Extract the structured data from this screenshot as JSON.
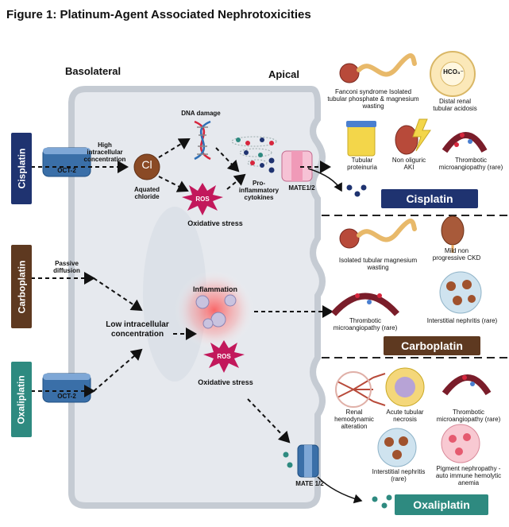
{
  "figure": {
    "title": "Figure 1: Platinum-Agent Associated Nephrotoxicities"
  },
  "zones": {
    "basolateral": "Basolateral",
    "apical": "Apical"
  },
  "colors": {
    "cisplatin": "#1f3370",
    "carboplatin": "#5e3920",
    "oxaliplatin": "#2e8a80",
    "transporter": "#3a6fa8",
    "ros": "#c2185b",
    "cell": "#e6e9ee",
    "chloride": "#8a4a25"
  },
  "cisplatin": {
    "tab": "Cisplatin",
    "transporter": "OCT-2",
    "entry_label": "High intracellular concentration",
    "chloride_symbol": "Cl",
    "chloride_label": "Aquated chloride",
    "dna_label": "DNA damage",
    "ros": "ROS",
    "stress": "Oxidative stress",
    "cytokines": "Pro-inflammatory cytokines",
    "efflux": "MATE1/2",
    "drug_box": "Cisplatin",
    "effects": [
      {
        "label": "Fanconi syndrome Isolated tubular phosphate & magnesium wasting",
        "icon": "nephron-icon"
      },
      {
        "label": "Distal renal tubular acidosis",
        "icon": "hco3-cell-ring-icon",
        "symbol": "HCO₃⁻"
      },
      {
        "label": "Tubular proteinuria",
        "icon": "urine-cup-icon"
      },
      {
        "label": "Non oliguric AKI",
        "icon": "lightning-kidney-icon"
      },
      {
        "label": "Thrombotic microangiopathy (rare)",
        "icon": "tma-vessel-icon"
      }
    ]
  },
  "carboplatin": {
    "tab": "Carboplatin",
    "entry_label": "Passive diffusion",
    "drug_box": "Carboplatin",
    "effects": [
      {
        "label": "Isolated tubular magnesium wasting",
        "icon": "nephron-icon"
      },
      {
        "label": "Mild non progressive CKD",
        "icon": "kidney-icon"
      },
      {
        "label": "Thrombotic microangiopathy (rare)",
        "icon": "tma-vessel-icon"
      },
      {
        "label": "Interstitial nephritis (rare)",
        "icon": "interstitial-icon"
      }
    ]
  },
  "shared": {
    "low_conc": "Low intracellular concentration",
    "inflammation": "Inflammation",
    "ros": "ROS",
    "stress": "Oxidative stress"
  },
  "oxaliplatin": {
    "tab": "Oxaliplatin",
    "transporter": "OCT-2",
    "efflux": "MATE 1/2",
    "drug_box": "Oxaliplatin",
    "effects": [
      {
        "label": "Renal hemodynamic alteration",
        "icon": "vessel-tree-icon"
      },
      {
        "label": "Acute tubular necrosis",
        "icon": "necrosis-icon"
      },
      {
        "label": "Thrombotic microangiopathy (rare)",
        "icon": "tma-vessel-icon"
      },
      {
        "label": "Interstitial nephritis (rare)",
        "icon": "interstitial-icon"
      },
      {
        "label": "Pigment nephropathy - auto immune hemolytic anemia",
        "icon": "hemolysis-icon"
      }
    ]
  }
}
